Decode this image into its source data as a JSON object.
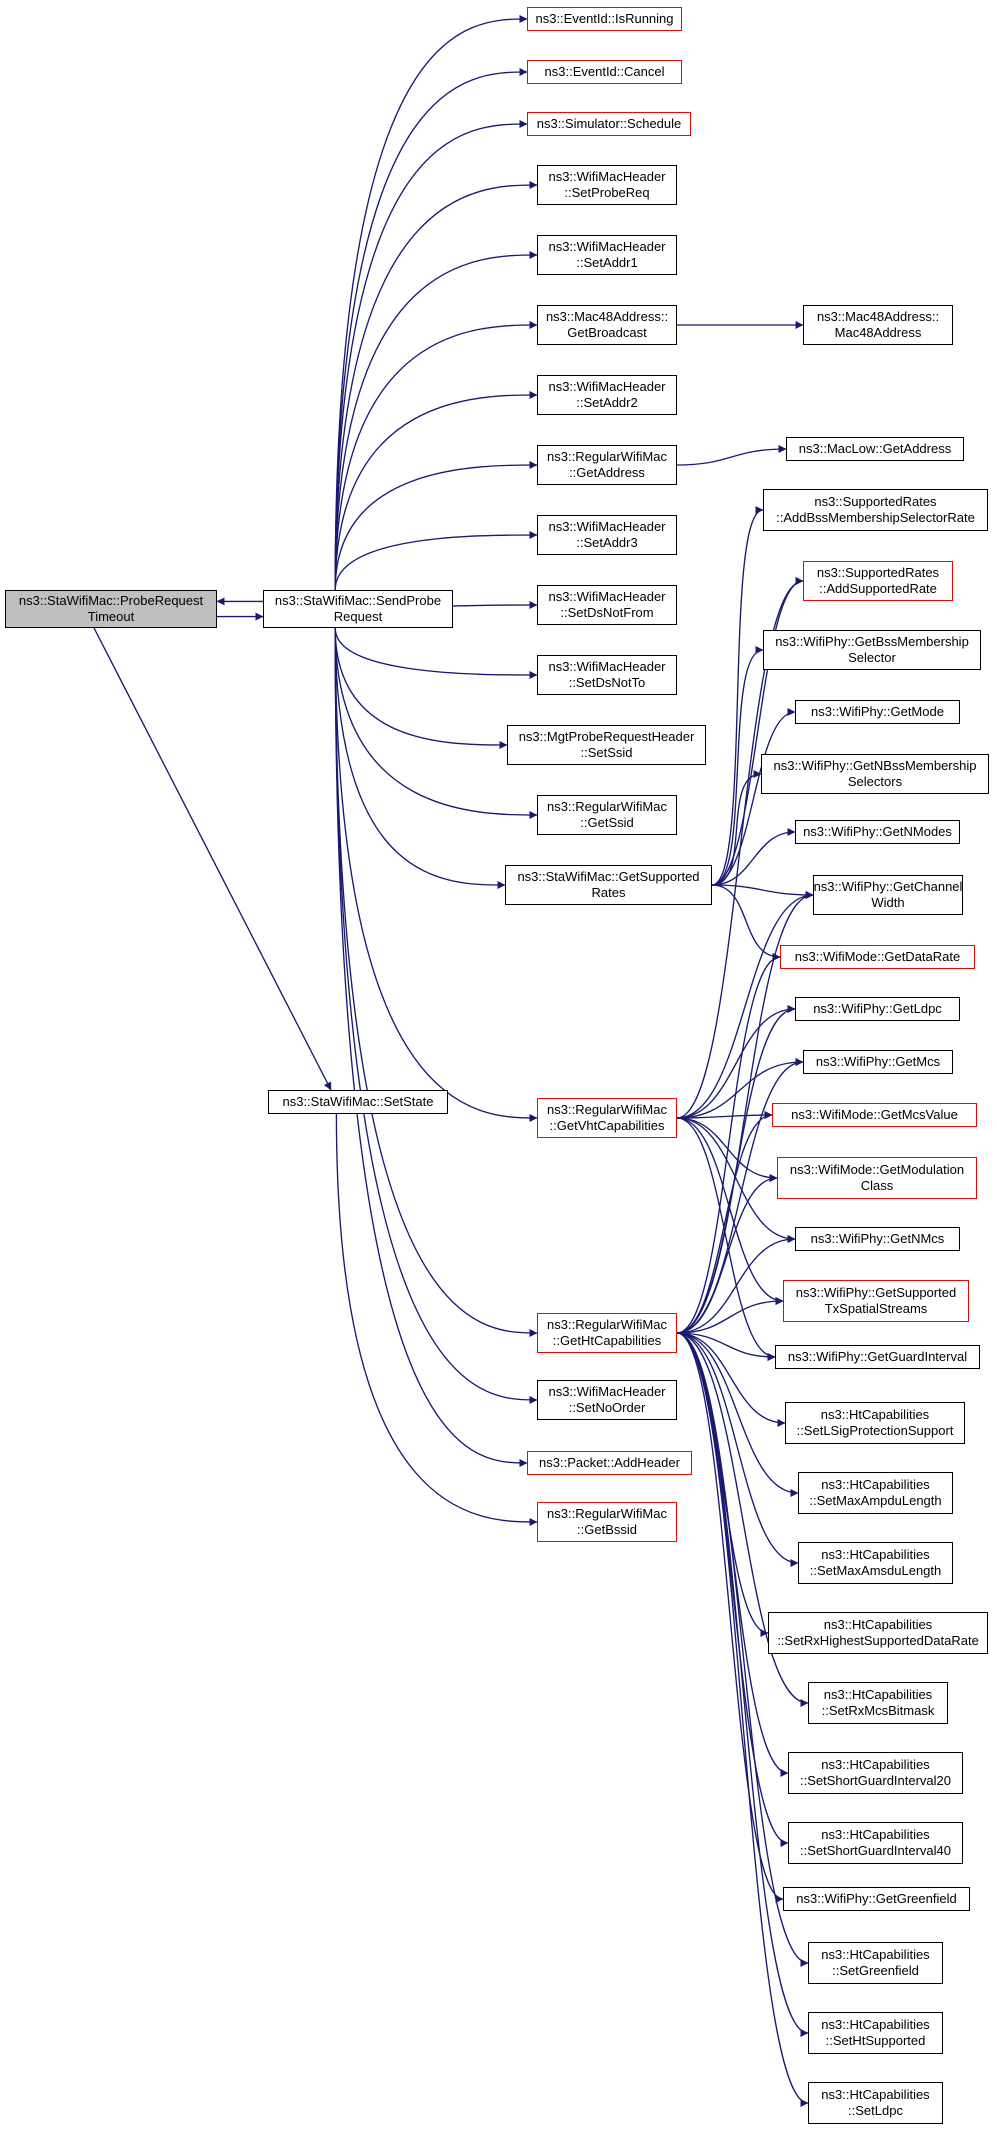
{
  "colors": {
    "edge": "#191970",
    "node_border": "#000000",
    "external_border": "#ff0000",
    "root_fill": "#bfbfbf",
    "background": "#ffffff"
  },
  "nodes": [
    {
      "id": "probe_timeout",
      "l1": "ns3::StaWifiMac::ProbeRequest",
      "l2": "Timeout",
      "kind": "root"
    },
    {
      "id": "send_probe",
      "l1": "ns3::StaWifiMac::SendProbe",
      "l2": "Request",
      "kind": "normal"
    },
    {
      "id": "set_state",
      "l1": "ns3::StaWifiMac::SetState",
      "kind": "normal"
    },
    {
      "id": "is_running",
      "l1": "ns3::EventId::IsRunning",
      "kind": "red"
    },
    {
      "id": "cancel",
      "l1": "ns3::EventId::Cancel",
      "kind": "red"
    },
    {
      "id": "schedule",
      "l1": "ns3::Simulator::Schedule",
      "kind": "red"
    },
    {
      "id": "set_probe_req",
      "l1": "ns3::WifiMacHeader",
      "l2": "::SetProbeReq",
      "kind": "normal"
    },
    {
      "id": "set_addr1",
      "l1": "ns3::WifiMacHeader",
      "l2": "::SetAddr1",
      "kind": "normal"
    },
    {
      "id": "get_broadcast",
      "l1": "ns3::Mac48Address::",
      "l2": "GetBroadcast",
      "kind": "normal"
    },
    {
      "id": "mac48_ctor",
      "l1": "ns3::Mac48Address::",
      "l2": "Mac48Address",
      "kind": "normal"
    },
    {
      "id": "set_addr2",
      "l1": "ns3::WifiMacHeader",
      "l2": "::SetAddr2",
      "kind": "normal"
    },
    {
      "id": "rwm_get_address",
      "l1": "ns3::RegularWifiMac",
      "l2": "::GetAddress",
      "kind": "normal"
    },
    {
      "id": "maclow_get_address",
      "l1": "ns3::MacLow::GetAddress",
      "kind": "normal"
    },
    {
      "id": "set_addr3",
      "l1": "ns3::WifiMacHeader",
      "l2": "::SetAddr3",
      "kind": "normal"
    },
    {
      "id": "set_ds_not_from",
      "l1": "ns3::WifiMacHeader",
      "l2": "::SetDsNotFrom",
      "kind": "normal"
    },
    {
      "id": "set_ds_not_to",
      "l1": "ns3::WifiMacHeader",
      "l2": "::SetDsNotTo",
      "kind": "normal"
    },
    {
      "id": "set_ssid",
      "l1": "ns3::MgtProbeRequestHeader",
      "l2": "::SetSsid",
      "kind": "normal"
    },
    {
      "id": "get_ssid",
      "l1": "ns3::RegularWifiMac",
      "l2": "::GetSsid",
      "kind": "normal"
    },
    {
      "id": "get_supported_rates",
      "l1": "ns3::StaWifiMac::GetSupported",
      "l2": "Rates",
      "kind": "normal"
    },
    {
      "id": "add_bss_selector",
      "l1": "ns3::SupportedRates",
      "l2": "::AddBssMembershipSelectorRate",
      "kind": "normal"
    },
    {
      "id": "add_supported_rate",
      "l1": "ns3::SupportedRates",
      "l2": "::AddSupportedRate",
      "kind": "red"
    },
    {
      "id": "get_bss_selector",
      "l1": "ns3::WifiPhy::GetBssMembership",
      "l2": "Selector",
      "kind": "normal"
    },
    {
      "id": "get_mode",
      "l1": "ns3::WifiPhy::GetMode",
      "kind": "normal"
    },
    {
      "id": "get_n_bss_selectors",
      "l1": "ns3::WifiPhy::GetNBssMembership",
      "l2": "Selectors",
      "kind": "normal"
    },
    {
      "id": "get_n_modes",
      "l1": "ns3::WifiPhy::GetNModes",
      "kind": "normal"
    },
    {
      "id": "get_channel_width",
      "l1": "ns3::WifiPhy::GetChannel",
      "l2": "Width",
      "kind": "normal"
    },
    {
      "id": "get_data_rate",
      "l1": "ns3::WifiMode::GetDataRate",
      "kind": "red"
    },
    {
      "id": "get_vht_caps",
      "l1": "ns3::RegularWifiMac",
      "l2": "::GetVhtCapabilities",
      "kind": "red"
    },
    {
      "id": "get_ldpc",
      "l1": "ns3::WifiPhy::GetLdpc",
      "kind": "normal"
    },
    {
      "id": "get_mcs",
      "l1": "ns3::WifiPhy::GetMcs",
      "kind": "normal"
    },
    {
      "id": "get_mcs_value",
      "l1": "ns3::WifiMode::GetMcsValue",
      "kind": "red"
    },
    {
      "id": "get_modulation_class",
      "l1": "ns3::WifiMode::GetModulation",
      "l2": "Class",
      "kind": "red"
    },
    {
      "id": "get_n_mcs",
      "l1": "ns3::WifiPhy::GetNMcs",
      "kind": "normal"
    },
    {
      "id": "get_ht_caps",
      "l1": "ns3::RegularWifiMac",
      "l2": "::GetHtCapabilities",
      "kind": "red"
    },
    {
      "id": "get_tx_spatial",
      "l1": "ns3::WifiPhy::GetSupported",
      "l2": "TxSpatialStreams",
      "kind": "red"
    },
    {
      "id": "get_guard_interval",
      "l1": "ns3::WifiPhy::GetGuardInterval",
      "kind": "normal"
    },
    {
      "id": "set_lsig",
      "l1": "ns3::HtCapabilities",
      "l2": "::SetLSigProtectionSupport",
      "kind": "normal"
    },
    {
      "id": "set_max_ampdu",
      "l1": "ns3::HtCapabilities",
      "l2": "::SetMaxAmpduLength",
      "kind": "normal"
    },
    {
      "id": "set_max_amsdu",
      "l1": "ns3::HtCapabilities",
      "l2": "::SetMaxAmsduLength",
      "kind": "normal"
    },
    {
      "id": "set_rx_highest",
      "l1": "ns3::HtCapabilities",
      "l2": "::SetRxHighestSupportedDataRate",
      "kind": "normal"
    },
    {
      "id": "set_rx_mcs_bitmask",
      "l1": "ns3::HtCapabilities",
      "l2": "::SetRxMcsBitmask",
      "kind": "normal"
    },
    {
      "id": "set_sgi20",
      "l1": "ns3::HtCapabilities",
      "l2": "::SetShortGuardInterval20",
      "kind": "normal"
    },
    {
      "id": "set_sgi40",
      "l1": "ns3::HtCapabilities",
      "l2": "::SetShortGuardInterval40",
      "kind": "normal"
    },
    {
      "id": "get_greenfield",
      "l1": "ns3::WifiPhy::GetGreenfield",
      "kind": "normal"
    },
    {
      "id": "set_greenfield",
      "l1": "ns3::HtCapabilities",
      "l2": "::SetGreenfield",
      "kind": "normal"
    },
    {
      "id": "set_ht_supported",
      "l1": "ns3::HtCapabilities",
      "l2": "::SetHtSupported",
      "kind": "normal"
    },
    {
      "id": "set_ldpc",
      "l1": "ns3::HtCapabilities",
      "l2": "::SetLdpc",
      "kind": "normal"
    },
    {
      "id": "set_no_order",
      "l1": "ns3::WifiMacHeader",
      "l2": "::SetNoOrder",
      "kind": "normal"
    },
    {
      "id": "add_header",
      "l1": "ns3::Packet::AddHeader",
      "kind": "red"
    },
    {
      "id": "get_bssid",
      "l1": "ns3::RegularWifiMac",
      "l2": "::GetBssid",
      "kind": "red"
    }
  ],
  "edges": [
    [
      "probe_timeout",
      "send_probe"
    ],
    [
      "send_probe",
      "probe_timeout"
    ],
    [
      "probe_timeout",
      "set_state"
    ],
    [
      "send_probe",
      "is_running"
    ],
    [
      "send_probe",
      "cancel"
    ],
    [
      "send_probe",
      "schedule"
    ],
    [
      "send_probe",
      "set_probe_req"
    ],
    [
      "send_probe",
      "set_addr1"
    ],
    [
      "send_probe",
      "get_broadcast"
    ],
    [
      "get_broadcast",
      "mac48_ctor"
    ],
    [
      "send_probe",
      "set_addr2"
    ],
    [
      "send_probe",
      "rwm_get_address"
    ],
    [
      "rwm_get_address",
      "maclow_get_address"
    ],
    [
      "send_probe",
      "set_addr3"
    ],
    [
      "send_probe",
      "set_ds_not_from"
    ],
    [
      "send_probe",
      "set_ds_not_to"
    ],
    [
      "send_probe",
      "set_ssid"
    ],
    [
      "send_probe",
      "get_ssid"
    ],
    [
      "send_probe",
      "get_supported_rates"
    ],
    [
      "send_probe",
      "get_vht_caps"
    ],
    [
      "send_probe",
      "get_ht_caps"
    ],
    [
      "send_probe",
      "set_no_order"
    ],
    [
      "send_probe",
      "add_header"
    ],
    [
      "set_state",
      "get_bssid"
    ],
    [
      "get_supported_rates",
      "add_bss_selector"
    ],
    [
      "get_supported_rates",
      "add_supported_rate"
    ],
    [
      "get_supported_rates",
      "get_bss_selector"
    ],
    [
      "get_supported_rates",
      "get_mode"
    ],
    [
      "get_supported_rates",
      "get_n_bss_selectors"
    ],
    [
      "get_supported_rates",
      "get_n_modes"
    ],
    [
      "get_supported_rates",
      "get_channel_width"
    ],
    [
      "get_supported_rates",
      "get_data_rate"
    ],
    [
      "get_vht_caps",
      "get_channel_width"
    ],
    [
      "get_vht_caps",
      "get_ldpc"
    ],
    [
      "get_vht_caps",
      "get_mcs"
    ],
    [
      "get_vht_caps",
      "get_mcs_value"
    ],
    [
      "get_vht_caps",
      "get_modulation_class"
    ],
    [
      "get_vht_caps",
      "get_n_mcs"
    ],
    [
      "get_vht_caps",
      "get_tx_spatial"
    ],
    [
      "get_vht_caps",
      "get_guard_interval"
    ],
    [
      "get_vht_caps",
      "add_supported_rate"
    ],
    [
      "get_ht_caps",
      "get_channel_width"
    ],
    [
      "get_ht_caps",
      "get_data_rate"
    ],
    [
      "get_ht_caps",
      "get_ldpc"
    ],
    [
      "get_ht_caps",
      "get_mcs"
    ],
    [
      "get_ht_caps",
      "get_mcs_value"
    ],
    [
      "get_ht_caps",
      "get_modulation_class"
    ],
    [
      "get_ht_caps",
      "get_n_mcs"
    ],
    [
      "get_ht_caps",
      "get_tx_spatial"
    ],
    [
      "get_ht_caps",
      "get_guard_interval"
    ],
    [
      "get_ht_caps",
      "set_lsig"
    ],
    [
      "get_ht_caps",
      "set_max_ampdu"
    ],
    [
      "get_ht_caps",
      "set_max_amsdu"
    ],
    [
      "get_ht_caps",
      "set_rx_highest"
    ],
    [
      "get_ht_caps",
      "set_rx_mcs_bitmask"
    ],
    [
      "get_ht_caps",
      "set_sgi20"
    ],
    [
      "get_ht_caps",
      "set_sgi40"
    ],
    [
      "get_ht_caps",
      "get_greenfield"
    ],
    [
      "get_ht_caps",
      "set_greenfield"
    ],
    [
      "get_ht_caps",
      "set_ht_supported"
    ],
    [
      "get_ht_caps",
      "set_ldpc"
    ]
  ]
}
